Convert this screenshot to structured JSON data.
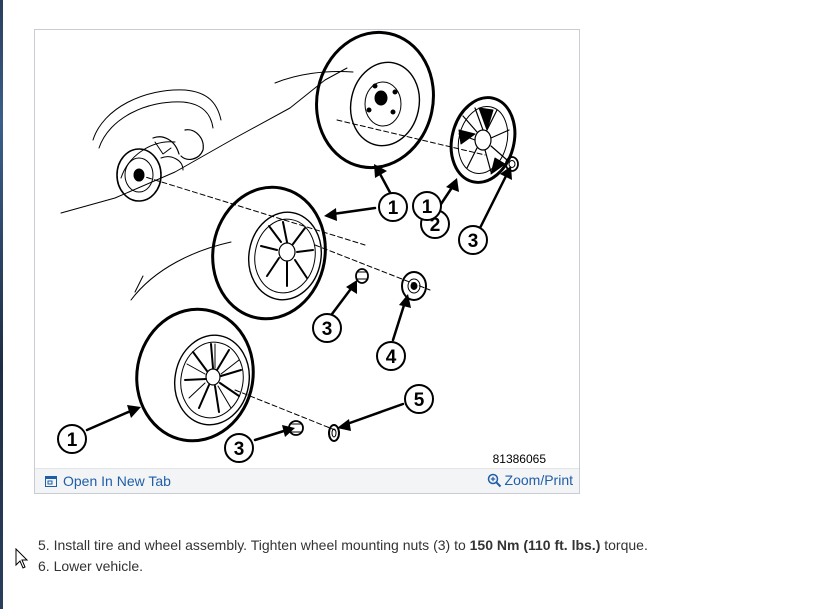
{
  "figure": {
    "callouts": [
      "1",
      "2",
      "3",
      "3",
      "4",
      "3",
      "1",
      "5",
      "1"
    ],
    "figure_code": "81386065",
    "open_tab_label": "Open In New Tab",
    "zoom_label": "Zoom/Print"
  },
  "steps": [
    {
      "pre": "5. Install tire and wheel assembly. Tighten wheel mounting nuts (3) to ",
      "bold": "150 Nm (110 ft. lbs.)",
      "post": " torque."
    },
    {
      "pre": "6. Lower vehicle.",
      "bold": "",
      "post": ""
    }
  ],
  "colors": {
    "link": "#1f5ea8",
    "frame": "#c9cdd3",
    "bar": "#f3f4f6"
  }
}
